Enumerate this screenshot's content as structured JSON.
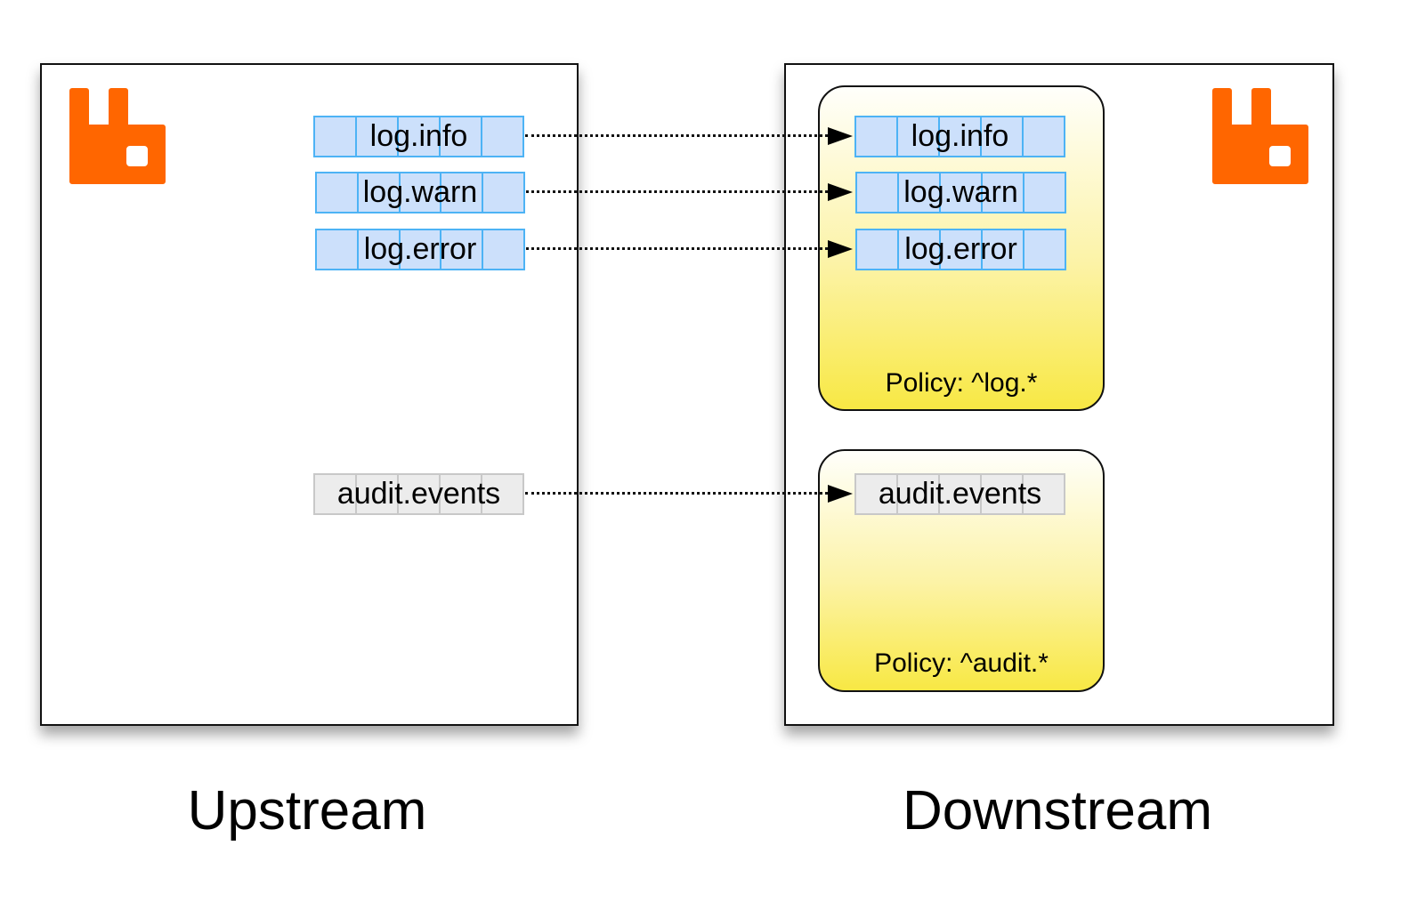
{
  "colors": {
    "logo": "#FF6600",
    "queue_fill": "#cce0fb",
    "queue_border": "#4db3f5",
    "audit_fill": "#ececec",
    "policy_top": "#fffffb",
    "policy_bottom": "#f8e844"
  },
  "upstream": {
    "label": "Upstream",
    "logo_icon": "rabbitmq-logo",
    "queues": [
      {
        "name": "log.info"
      },
      {
        "name": "log.warn"
      },
      {
        "name": "log.error"
      },
      {
        "name": "audit.events"
      }
    ]
  },
  "downstream": {
    "label": "Downstream",
    "logo_icon": "rabbitmq-logo",
    "policies": [
      {
        "label": "Policy: ^log.*",
        "queues": [
          "log.info",
          "log.warn",
          "log.error"
        ]
      },
      {
        "label": "Policy: ^audit.*",
        "queues": [
          "audit.events"
        ]
      }
    ]
  }
}
